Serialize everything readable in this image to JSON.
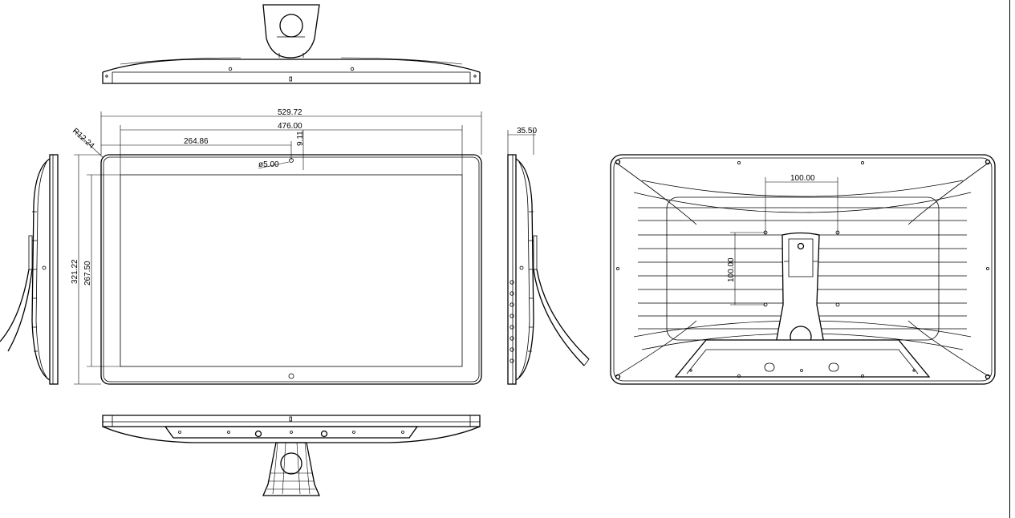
{
  "drawing": {
    "dimensions": {
      "overall_width": "529.72",
      "screen_width": "476.00",
      "center_offset": "264.86",
      "camera_offset": "9.11",
      "camera_hole": "ø5.00",
      "corner_radius": "R12.24",
      "overall_height": "321.22",
      "screen_height": "267.50",
      "depth": "35.50",
      "vesa_horizontal": "100.00",
      "vesa_vertical": "100.00"
    }
  }
}
